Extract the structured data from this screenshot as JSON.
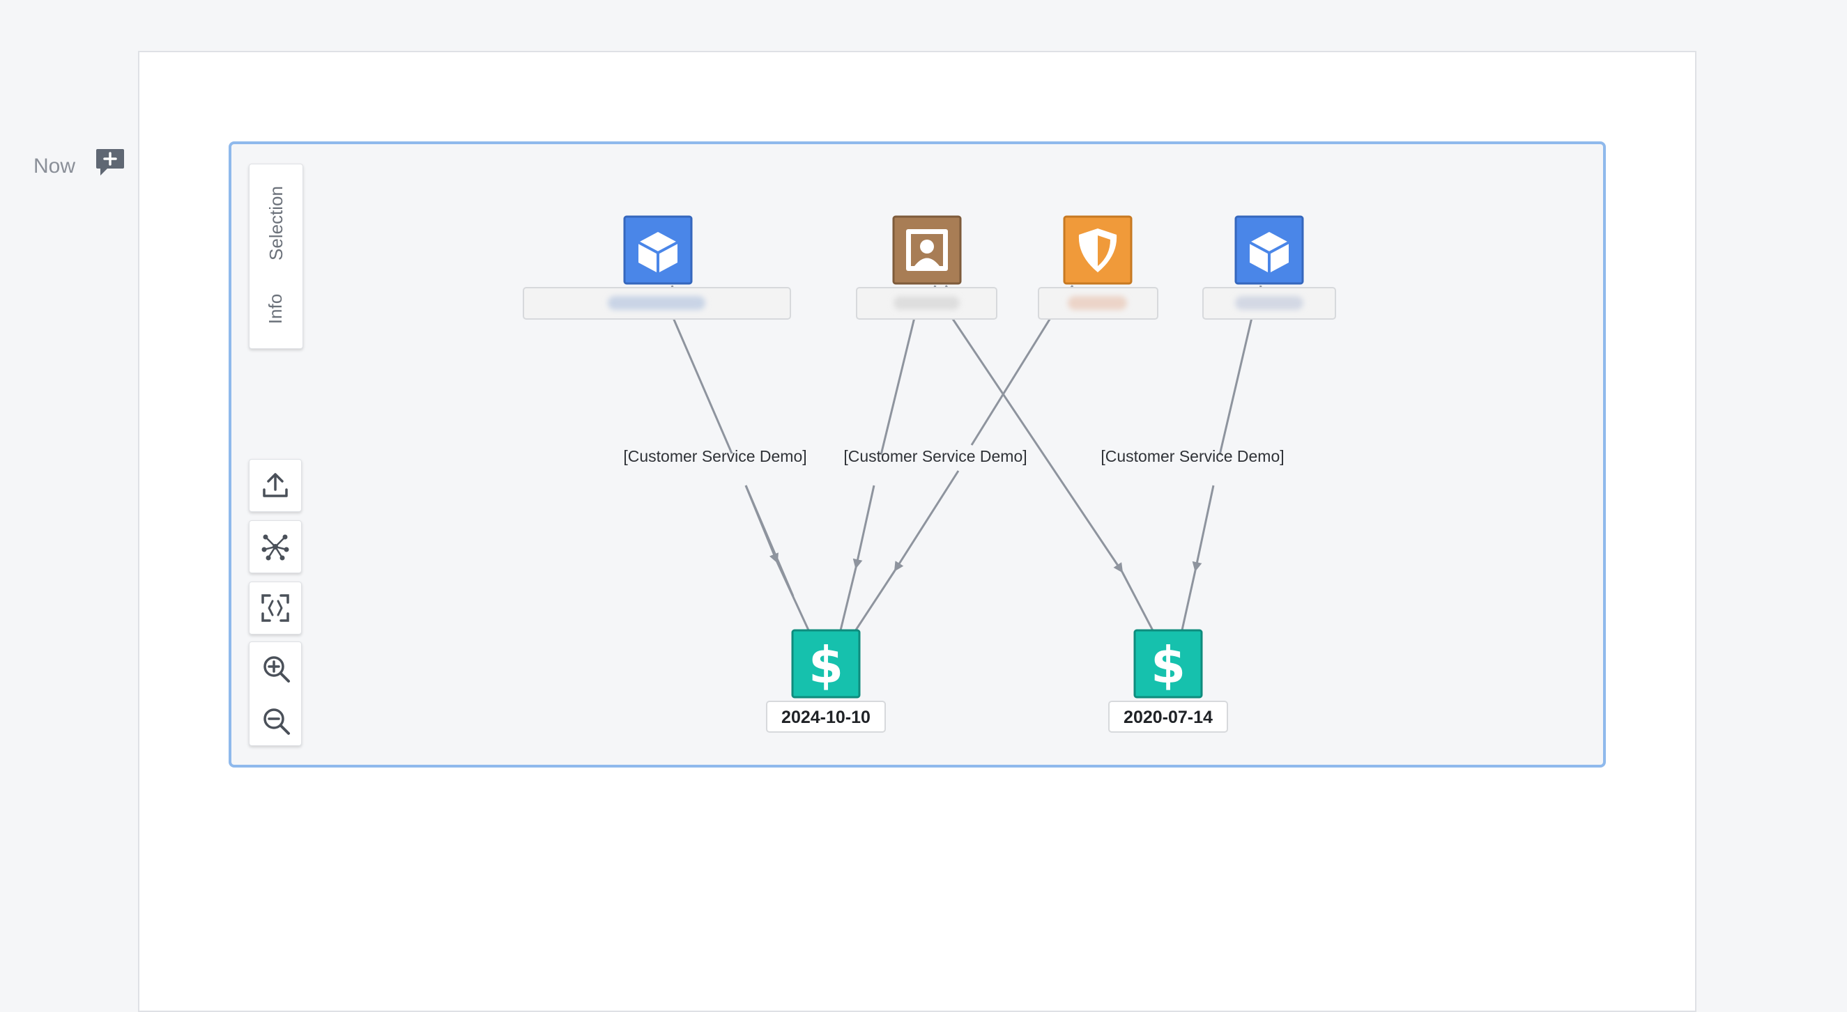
{
  "timeline": {
    "timestamp": "Now"
  },
  "sidebar_tabs": {
    "selection": "Selection",
    "info": "Info"
  },
  "edge_label": "[Customer Service Demo]",
  "nodes": {
    "top": [
      {
        "icon": "cube-icon",
        "color": "#4a86e8"
      },
      {
        "icon": "person-portrait-icon",
        "color": "#a87d55"
      },
      {
        "icon": "shield-icon",
        "color": "#f09a3a"
      },
      {
        "icon": "cube-icon",
        "color": "#4a86e8"
      }
    ],
    "bottom": [
      {
        "icon": "dollar-icon",
        "color": "#16c1ad",
        "label": "2024-10-10"
      },
      {
        "icon": "dollar-icon",
        "color": "#16c1ad",
        "label": "2020-07-14"
      }
    ]
  },
  "colors": {
    "frame_border": "#8fb9ec",
    "edge": "#8e949e",
    "background": "#f5f6f8"
  }
}
